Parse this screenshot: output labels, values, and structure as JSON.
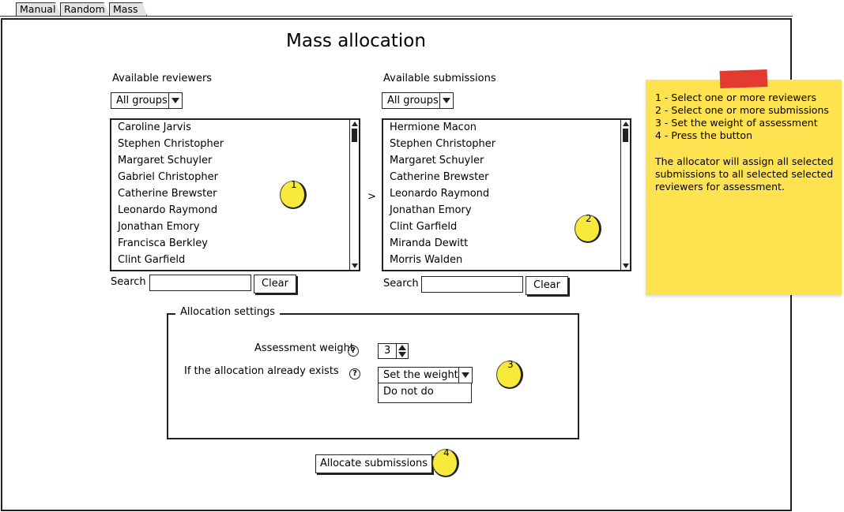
{
  "tabs": [
    "Manual",
    "Random",
    "Mass"
  ],
  "title": "Mass allocation",
  "reviewers": {
    "label": "Available reviewers",
    "group_select": "All groups",
    "items": [
      "Caroline Jarvis",
      "Stephen Christopher",
      "Margaret Schuyler",
      "Gabriel Christopher",
      "Catherine Brewster",
      "Leonardo Raymond",
      "Jonathan Emory",
      "Francisca Berkley",
      "Clint Garfield"
    ],
    "search_label": "Search",
    "search_value": "",
    "clear_label": "Clear",
    "marker": "1"
  },
  "arrow_label": ">",
  "submissions": {
    "label": "Available submissions",
    "group_select": "All groups",
    "items": [
      "Hermione Macon",
      "Stephen Christopher",
      "Margaret Schuyler",
      "Catherine Brewster",
      "Leonardo Raymond",
      "Jonathan Emory",
      "Clint Garfield",
      "Miranda Dewitt",
      "Morris Walden"
    ],
    "search_label": "Search",
    "search_value": "",
    "clear_label": "Clear",
    "marker": "2"
  },
  "settings": {
    "legend": "Allocation settings",
    "weight_label": "Assessment weight",
    "weight_value": "3",
    "exists_label": "If the allocation already exists",
    "exists_select": "Set the weight",
    "exists_options": [
      "Do not do"
    ],
    "help_glyph": "?",
    "marker": "3"
  },
  "allocate_button": "Allocate submissions",
  "allocate_marker": "4",
  "note": {
    "lines": [
      "1 - Select one or more reviewers",
      "2 - Select one or more submissions",
      "3 - Set the weight of assessment",
      "4 - Press the button"
    ],
    "paragraph": [
      "The allocator will assign all selected",
      "submissions to all selected selected",
      "reviewers for assessment."
    ]
  },
  "colors": {
    "note": "#ffe24f",
    "tape": "#e33a31",
    "marker": "#f7ea3a",
    "tab_bg": "#e4e4e4"
  }
}
